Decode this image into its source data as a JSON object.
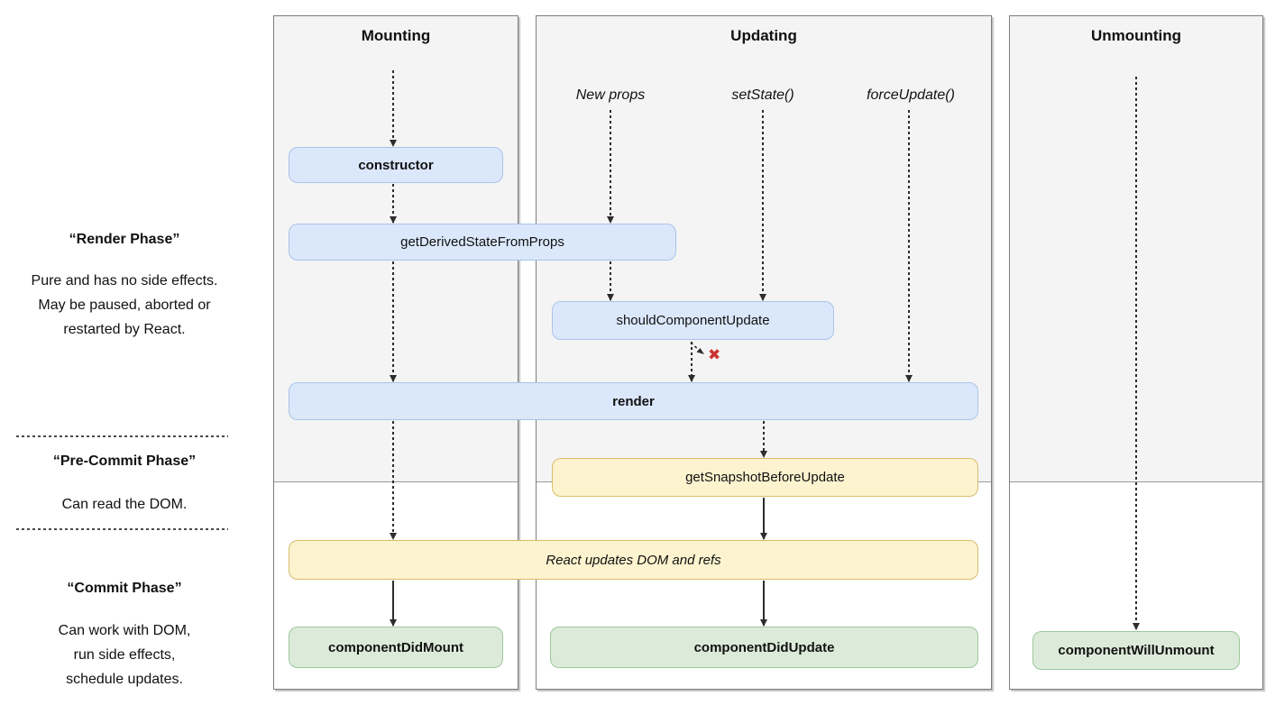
{
  "columns": {
    "mounting": {
      "title": "Mounting"
    },
    "updating": {
      "title": "Updating"
    },
    "unmounting": {
      "title": "Unmounting"
    }
  },
  "triggers": {
    "new_props": "New props",
    "set_state": "setState()",
    "force_update": "forceUpdate()"
  },
  "phases": {
    "render": {
      "title": "“Render Phase”",
      "line1": "Pure and has no side effects.",
      "line2": "May be paused, aborted or",
      "line3": "restarted by React."
    },
    "pre_commit": {
      "title": "“Pre-Commit Phase”",
      "line1": "Can read the DOM."
    },
    "commit": {
      "title": "“Commit Phase”",
      "line1": "Can work with DOM,",
      "line2": "run side effects,",
      "line3": "schedule updates."
    }
  },
  "boxes": {
    "constructor": "constructor",
    "get_derived_state_from_props": "getDerivedStateFromProps",
    "should_component_update": "shouldComponentUpdate",
    "render": "render",
    "get_snapshot_before_update": "getSnapshotBeforeUpdate",
    "react_updates_dom": "React updates DOM and refs",
    "component_did_mount": "componentDidMount",
    "component_did_update": "componentDidUpdate",
    "component_will_unmount": "componentWillUnmount"
  },
  "icons": {
    "skip_cross": "✖"
  },
  "colors": {
    "box_blue_fill": "#dbe8fb",
    "box_blue_border": "#a9c4e8",
    "box_yellow_fill": "#fdf3cf",
    "box_yellow_border": "#d8bc6a",
    "box_green_fill": "#dcebd9",
    "box_green_border": "#9dc89b",
    "phase_bg": "#f4f4f4",
    "panel_border": "#7d7d7d",
    "arrow_color": "#2d2d2d",
    "cross_red": "#cc3333"
  }
}
